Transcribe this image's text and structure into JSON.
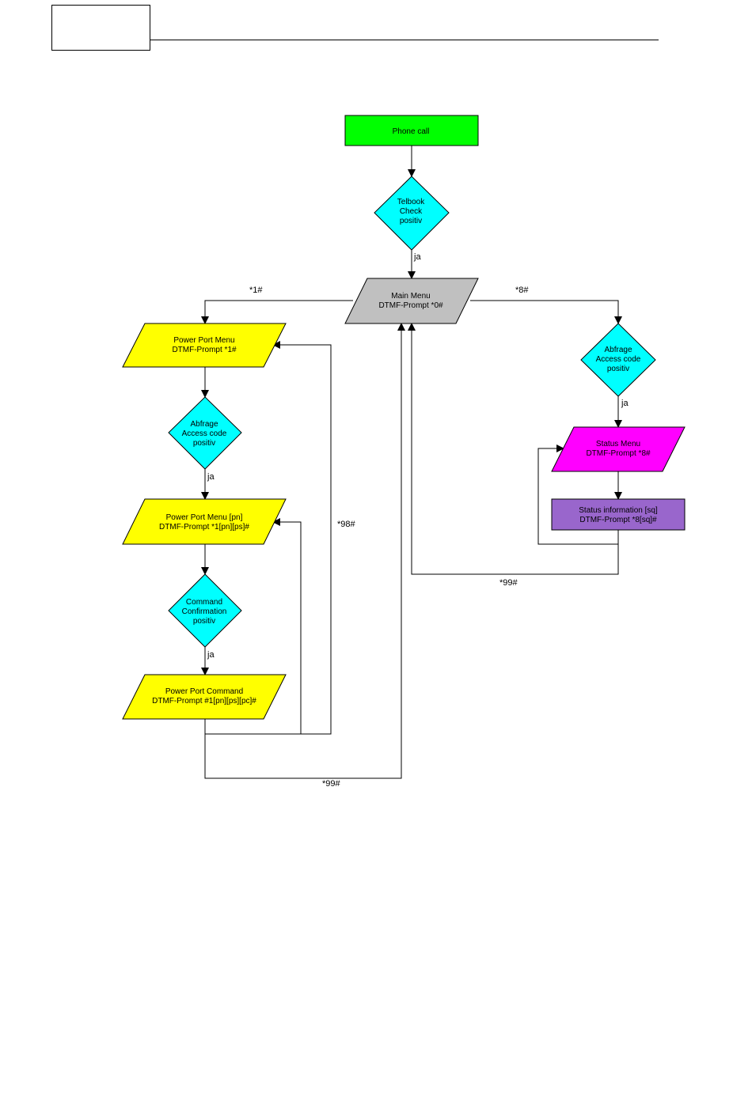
{
  "colors": {
    "start": "#00ff00",
    "decision": "#00ffff",
    "main_menu": "#c0c0c0",
    "power_port": "#ffff00",
    "status_menu": "#ff00ff",
    "status_info": "#9966cc",
    "line": "#000000"
  },
  "nodes": {
    "phone_call": {
      "lines": [
        "Phone call"
      ]
    },
    "telbook_check": {
      "lines": [
        "Telbook",
        "Check",
        "positiv"
      ]
    },
    "main_menu": {
      "lines": [
        "Main Menu",
        "DTMF-Prompt *0#"
      ]
    },
    "power_port_menu": {
      "lines": [
        "Power Port Menu",
        "DTMF-Prompt *1#"
      ]
    },
    "abfrage_left": {
      "lines": [
        "Abfrage",
        "Access code",
        "positiv"
      ]
    },
    "power_port_menu_pn": {
      "lines": [
        "Power Port Menu [pn]",
        "DTMF-Prompt *1[pn][ps]#"
      ]
    },
    "command_confirmation": {
      "lines": [
        "Command",
        "Confirmation",
        "positiv"
      ]
    },
    "power_port_command": {
      "lines": [
        "Power Port Command",
        "DTMF-Prompt #1[pn][ps][pc]#"
      ]
    },
    "abfrage_right": {
      "lines": [
        "Abfrage",
        "Access code",
        "positiv"
      ]
    },
    "status_menu": {
      "lines": [
        "Status Menu",
        "DTMF-Prompt *8#"
      ]
    },
    "status_information": {
      "lines": [
        "Status information [sq]",
        "DTMF-Prompt *8[sq]#"
      ]
    }
  },
  "edge_labels": {
    "ja_telbook": "ja",
    "ja_access_left": "ja",
    "ja_command": "ja",
    "ja_access_right": "ja",
    "to_power_port": "*1#",
    "to_status": "*8#",
    "back_98": "*98#",
    "back_99_left": "*99#",
    "back_99_right": "*99#"
  }
}
